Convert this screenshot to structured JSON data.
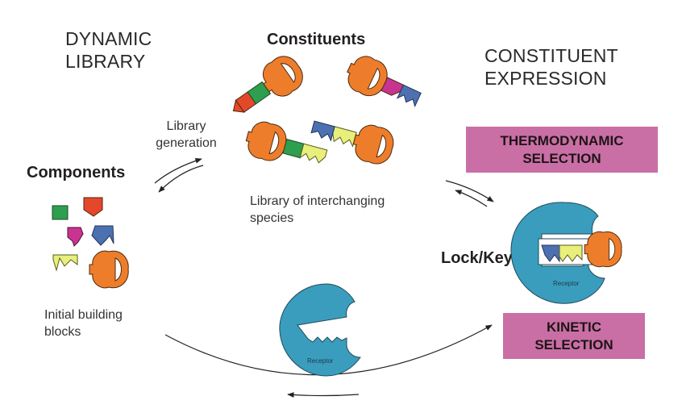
{
  "titles": {
    "dynamic_library_line1": "DYNAMIC",
    "dynamic_library_line2": "LIBRARY",
    "constituent_expression_line1": "CONSTITUENT",
    "constituent_expression_line2": "EXPRESSION"
  },
  "labels": {
    "constituents": "Constituents",
    "components": "Components",
    "lock_key": "Lock/Key",
    "library_generation_line1": "Library",
    "library_generation_line2": "generation",
    "interchanging_line1": "Library of interchanging",
    "interchanging_line2": "species",
    "initial_line1": "Initial building",
    "initial_line2": "blocks",
    "receptor_top": "Receptor",
    "receptor_bottom": "Receptor"
  },
  "selection_boxes": {
    "thermodynamic_line1": "THERMODYNAMIC",
    "thermodynamic_line2": "SELECTION",
    "kinetic_line1": "KINETIC",
    "kinetic_line2": "SELECTION"
  },
  "colors": {
    "key_orange": "#ee7d2b",
    "receptor_teal": "#3a9dbd",
    "green": "#2e9e4f",
    "red": "#e4482a",
    "magenta": "#c8348f",
    "blue": "#4d70b0",
    "yellow": "#e8ef7a",
    "selection_pink": "#c96fa5"
  }
}
